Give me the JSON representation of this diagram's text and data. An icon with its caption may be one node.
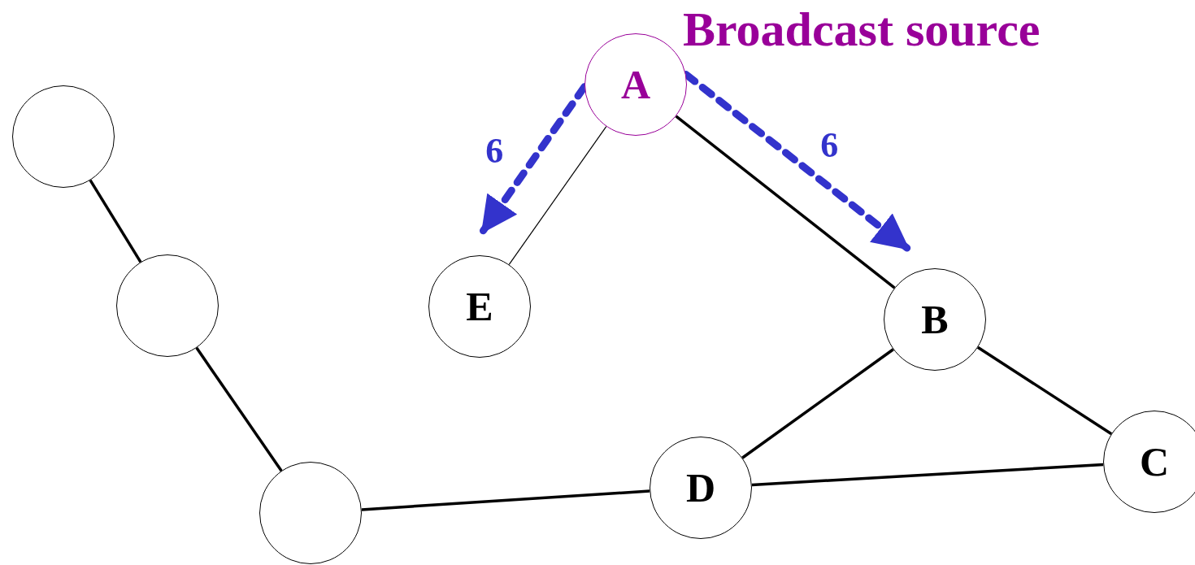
{
  "diagram": {
    "nodes": [
      {
        "text": [
          "A"
        ],
        "beside": [
          "Broadcast source"
        ]
      },
      {
        "text": [],
        "shape": "circle"
      },
      {
        "text": [],
        "shape": "circle"
      },
      {
        "text": [
          "E"
        ]
      },
      {
        "text": [
          "B"
        ]
      },
      {
        "text": [
          "C"
        ]
      },
      {
        "text": [
          "D"
        ]
      },
      {
        "text": [],
        "shape": "circle"
      }
    ],
    "edges": [
      {
        "from": 1,
        "to": 2,
        "arrow": "none"
      },
      {
        "from": 2,
        "to": 7,
        "arrow": "none"
      },
      {
        "from": 7,
        "to": 6,
        "arrow": "none"
      },
      {
        "from": 0,
        "to": 3,
        "arrow": "none"
      },
      {
        "from": 0,
        "to": 4,
        "arrow": "none"
      },
      {
        "from": 4,
        "to": 6,
        "arrow": "none"
      },
      {
        "from": 4,
        "to": 5,
        "arrow": "none"
      },
      {
        "from": 6,
        "to": 5,
        "arrow": "none"
      },
      {
        "from": 0,
        "to": 3,
        "arrow": "to",
        "style": "dashed",
        "color": "#3333cc",
        "label": "6"
      },
      {
        "from": 0,
        "to": 4,
        "arrow": "to",
        "style": "dashed",
        "color": "#3333cc",
        "label": "6"
      }
    ]
  }
}
